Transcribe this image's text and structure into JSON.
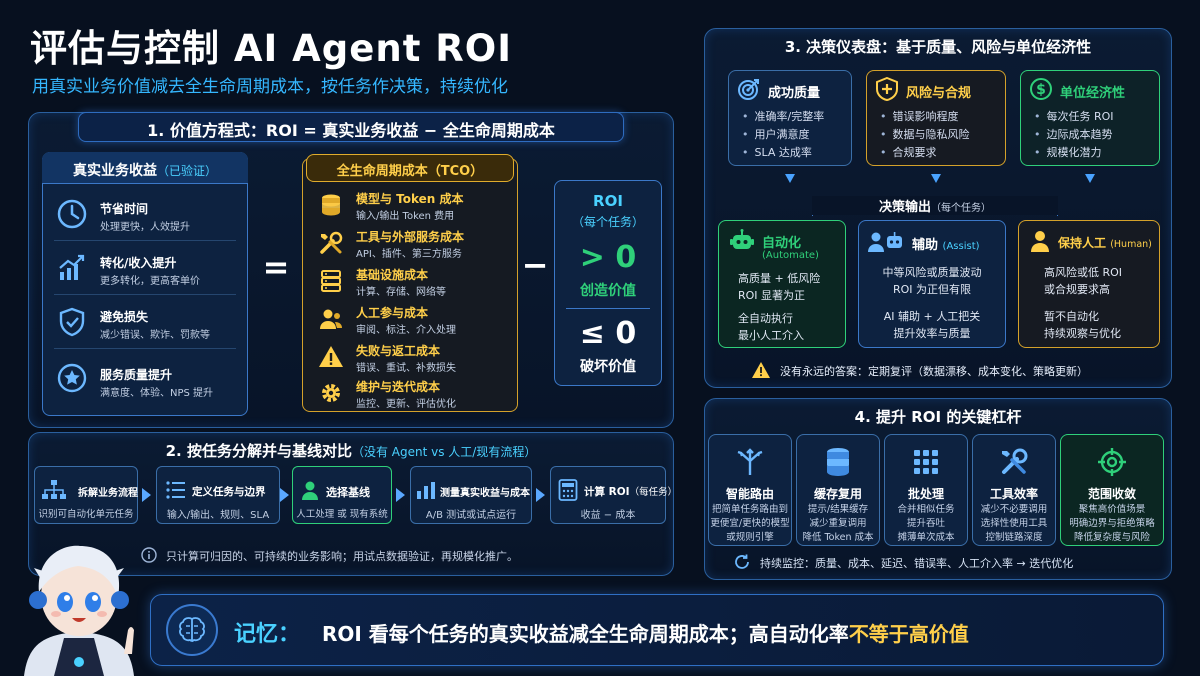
{
  "header": {
    "title": "评估与控制 AI Agent ROI",
    "subtitle": "用真实业务价值减去全生命周期成本，按任务作决策，持续优化"
  },
  "section1": {
    "title": "1. 价值方程式：ROI = 真实业务收益 − 全生命周期成本",
    "revenue": {
      "title": "真实业务收益",
      "title_note": "（已验证）",
      "items": [
        {
          "label": "节省时间",
          "desc": "处理更快，人效提升",
          "icon": "clock-icon"
        },
        {
          "label": "转化/收入提升",
          "desc": "更多转化，更高客单价",
          "icon": "trend-up-icon"
        },
        {
          "label": "避免损失",
          "desc": "减少错误、欺诈、罚款等",
          "icon": "shield-check-icon"
        },
        {
          "label": "服务质量提升",
          "desc": "满意度、体验、NPS 提升",
          "icon": "star-icon"
        }
      ]
    },
    "equals": "=",
    "minus": "−",
    "tco": {
      "title": "全生命周期成本（TCO）",
      "items": [
        {
          "label": "模型与 Token 成本",
          "desc": "输入/输出 Token 费用",
          "icon": "coins-icon"
        },
        {
          "label": "工具与外部服务成本",
          "desc": "API、插件、第三方服务",
          "icon": "tools-icon"
        },
        {
          "label": "基础设施成本",
          "desc": "计算、存储、网络等",
          "icon": "server-icon"
        },
        {
          "label": "人工参与成本",
          "desc": "审阅、标注、介入处理",
          "icon": "people-icon"
        },
        {
          "label": "失败与返工成本",
          "desc": "错误、重试、补救损失",
          "icon": "warning-icon"
        },
        {
          "label": "维护与迭代成本",
          "desc": "监控、更新、评估优化",
          "icon": "gear-icon"
        }
      ]
    },
    "roi": {
      "title": "ROI",
      "sub": "（每个任务）",
      "positive": "> 0",
      "positive_label": "创造价值",
      "negative": "≤ 0",
      "negative_label": "破坏价值"
    }
  },
  "section2": {
    "title": "2. 按任务分解并与基线对比",
    "title_note": "（没有 Agent vs 人工/现有流程）",
    "steps": [
      {
        "label": "拆解业务流程",
        "desc": "识别可自动化单元任务",
        "icon": "flow-icon"
      },
      {
        "label": "定义任务与边界",
        "desc": "输入/输出、规则、SLA",
        "icon": "list-icon"
      },
      {
        "label": "选择基线",
        "desc": "人工处理 或 现有系统",
        "icon": "person-icon"
      },
      {
        "label": "测量真实收益与成本",
        "desc": "A/B 测试或试点运行",
        "icon": "bar-chart-icon"
      },
      {
        "label": "计算 ROI",
        "label_note": "（每任务）",
        "desc": "收益 − 成本",
        "icon": "calculator-icon"
      }
    ],
    "note": "只计算可归因的、可持续的业务影响；用试点数据验证，再规模化推广。"
  },
  "section3": {
    "title": "3. 决策仪表盘：基于质量、风险与单位经济性",
    "dimensions": [
      {
        "title": "成功质量",
        "icon": "target-icon",
        "items": [
          "准确率/完整率",
          "用户满意度",
          "SLA 达成率"
        ]
      },
      {
        "title": "风险与合规",
        "icon": "shield-plus-icon",
        "items": [
          "错误影响程度",
          "数据与隐私风险",
          "合规要求"
        ]
      },
      {
        "title": "单位经济性",
        "icon": "dollar-icon",
        "items": [
          "每次任务 ROI",
          "边际成本趋势",
          "规模化潜力"
        ]
      }
    ],
    "output_title": "决策输出",
    "output_note": "（每个任务）",
    "outputs": [
      {
        "title": "自动化",
        "en": "(Automate)",
        "icon": "robot-icon",
        "lines": [
          "高质量 + 低风险",
          "ROI 显著为正",
          "",
          "全自动执行",
          "最小人工介入"
        ]
      },
      {
        "title": "辅助",
        "en": "(Assist)",
        "icon": "assist-icon",
        "lines": [
          "中等风险或质量波动",
          "ROI 为正但有限",
          "",
          "AI 辅助 + 人工把关",
          "提升效率与质量"
        ]
      },
      {
        "title": "保持人工",
        "en": "(Human)",
        "icon": "human-icon",
        "lines": [
          "高风险或低 ROI",
          "或合规要求高",
          "",
          "暂不自动化",
          "持续观察与优化"
        ]
      }
    ],
    "warning": "没有永远的答案：定期复评（数据漂移、成本变化、策略更新）"
  },
  "section4": {
    "title": "4. 提升 ROI 的关键杠杆",
    "levers": [
      {
        "title": "智能路由",
        "desc": "把简单任务路由到\n更便宜/更快的模型\n或规则引擎",
        "icon": "route-icon"
      },
      {
        "title": "缓存复用",
        "desc": "提示/结果缓存\n减少重复调用\n降低 Token 成本",
        "icon": "database-icon"
      },
      {
        "title": "批处理",
        "desc": "合并相似任务\n提升吞吐\n摊薄单次成本",
        "icon": "grid-icon"
      },
      {
        "title": "工具效率",
        "desc": "减少不必要调用\n选择性使用工具\n控制链路深度",
        "icon": "wrench-icon"
      },
      {
        "title": "范围收敛",
        "desc": "聚焦高价值场景\n明确边界与拒绝策略\n降低复杂度与风险",
        "icon": "crosshair-icon"
      }
    ],
    "monitor": "持续监控：质量、成本、延迟、错误率、人工介入率 → 迭代优化"
  },
  "footer": {
    "label": "记忆：",
    "text": "ROI 看每个任务的真实收益减全生命周期成本；高自动化率",
    "highlight": "不等于高价值"
  },
  "colors": {
    "accent": "#35b7ff",
    "gold": "#ffcf4a",
    "green": "#2fd07a",
    "border": "#2a5f9e"
  }
}
